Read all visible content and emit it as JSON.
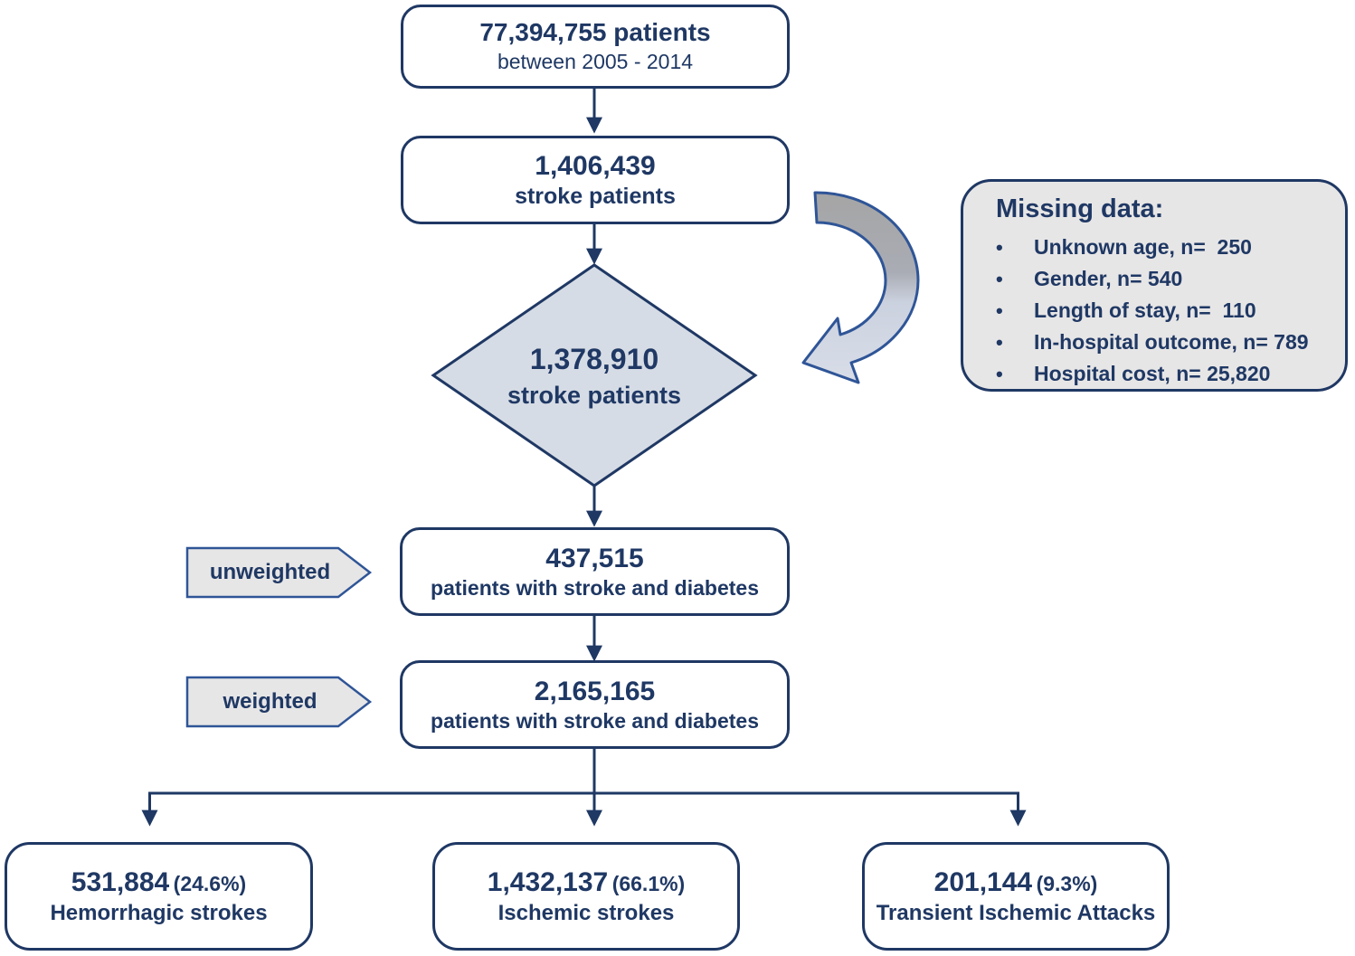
{
  "flow": {
    "box_total": {
      "line1": "77,394,755 patients",
      "line2": "between 2005 - 2014"
    },
    "box_stroke": {
      "line1": "1,406,439",
      "line2": "stroke patients"
    },
    "diamond": {
      "line1": "1,378,910",
      "line2": "stroke patients"
    },
    "box_unweighted": {
      "line1": "437,515",
      "line2": "patients with stroke and diabetes"
    },
    "box_weighted": {
      "line1": "2,165,165",
      "line2": "patients with stroke and diabetes"
    },
    "label_unweighted": "unweighted",
    "label_weighted": "weighted",
    "missing": {
      "title": "Missing data:",
      "bullet": "•",
      "items": [
        "Unknown age, n=  250",
        "Gender, n= 540",
        "Length of stay, n=  110",
        "In-hospital outcome, n= 789",
        "Hospital cost, n= 25,820"
      ]
    },
    "outcomes": [
      {
        "value": "531,884",
        "percent": "(24.6%)",
        "label": "Hemorrhagic strokes"
      },
      {
        "value": "1,432,137",
        "percent": "(66.1%)",
        "label": "Ischemic strokes"
      },
      {
        "value": "201,144",
        "percent": "(9.3%)",
        "label": "Transient Ischemic Attacks"
      }
    ]
  },
  "colors": {
    "navy_text": "#1F3864",
    "shape_border": "#2F5597",
    "diamond_fill": "#D6DCE5",
    "gray_fill": "#E7E6E6",
    "curved_arrow_top": "#A6A6A6",
    "curved_arrow_bottom": "#D8DDE8"
  }
}
